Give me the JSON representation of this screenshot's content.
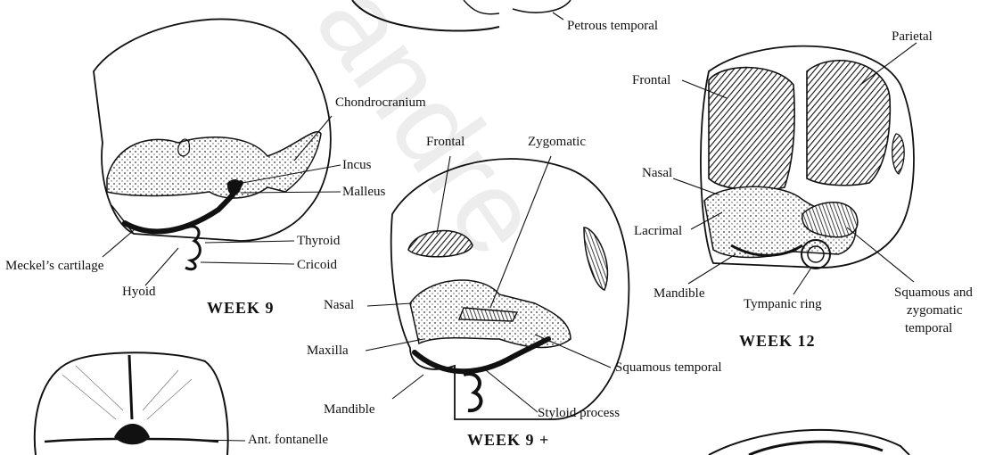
{
  "figure": {
    "labels": {
      "petrous_temporal": "Petrous temporal",
      "parietal": "Parietal",
      "chondrocranium": "Chondrocranium",
      "frontal_week12": "Frontal",
      "frontal_week9plus": "Frontal",
      "zygomatic": "Zygomatic",
      "incus": "Incus",
      "malleus": "Malleus",
      "nasal_week12": "Nasal",
      "lacrimal": "Lacrimal",
      "thyroid": "Thyroid",
      "meckels_cartilage": "Meckel’s cartilage",
      "cricoid": "Cricoid",
      "hyoid": "Hyoid",
      "mandible_week12": "Mandible",
      "tympanic_ring": "Tympanic ring",
      "squamous_zygomatic_line1": "Squamous and",
      "squamous_zygomatic_line2": "zygomatic",
      "squamous_zygomatic_line3": "temporal",
      "nasal_week9plus": "Nasal",
      "maxilla": "Maxilla",
      "squamous_temporal": "Squamous temporal",
      "mandible_week9plus": "Mandible",
      "styloid_process": "Styloid process",
      "ant_fontanelle": "Ant. fontanelle"
    },
    "stages": {
      "week9": "WEEK 9",
      "week12": "WEEK 12",
      "week9plus": "WEEK 9 +"
    },
    "watermark": "andre"
  },
  "colors": {
    "ink": "#111111",
    "bone": "#2a2a2a",
    "watermark": "#ededed"
  }
}
